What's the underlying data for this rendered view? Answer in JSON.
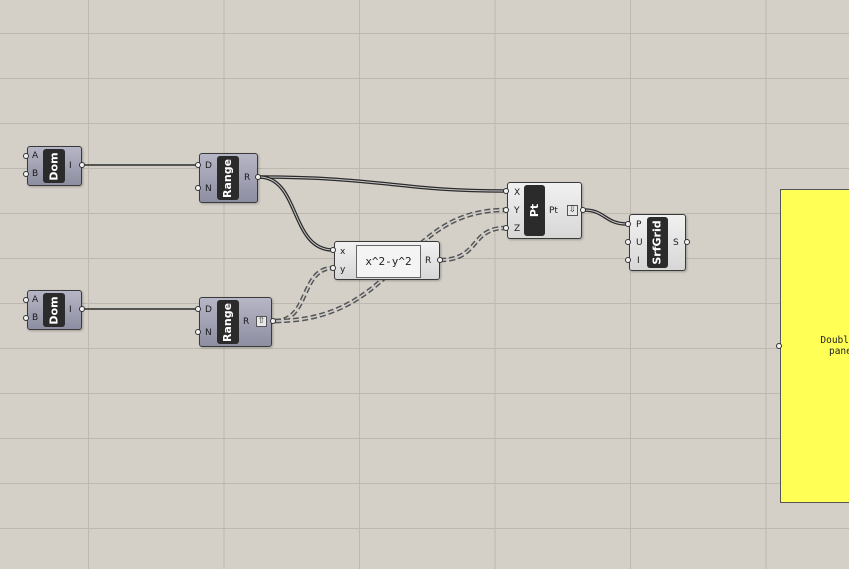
{
  "components": {
    "dom1": {
      "nickname": "Dom",
      "inputs": [
        "A",
        "B"
      ],
      "output": "I"
    },
    "dom2": {
      "nickname": "Dom",
      "inputs": [
        "A",
        "B"
      ],
      "output": "I"
    },
    "range1": {
      "nickname": "Range",
      "inputs": [
        "D",
        "N"
      ],
      "output": "R"
    },
    "range2": {
      "nickname": "Range",
      "inputs": [
        "D",
        "N"
      ],
      "output": "R",
      "flag_icon": "graft-up-arrow-icon"
    },
    "expression": {
      "inputs": [
        "x",
        "y"
      ],
      "expression": "x^2-y^2",
      "output": "R"
    },
    "point": {
      "nickname": "Pt",
      "inputs": [
        "X",
        "Y",
        "Z"
      ],
      "output": "Pt",
      "flag_icon": "flatten-down-arrow-icon"
    },
    "srfgrid": {
      "nickname": "SrfGrid",
      "inputs": [
        "P",
        "U",
        "I"
      ],
      "output": "S"
    }
  },
  "panel": {
    "text_line1": "Double cli",
    "text_line2": "panel c",
    "color": "#ffff55"
  },
  "colors": {
    "canvas": "#d4d0c8",
    "grid": "#bdb9b1",
    "component_dark": "#9e9eb2",
    "nickname_bg": "#2b2b2b"
  }
}
